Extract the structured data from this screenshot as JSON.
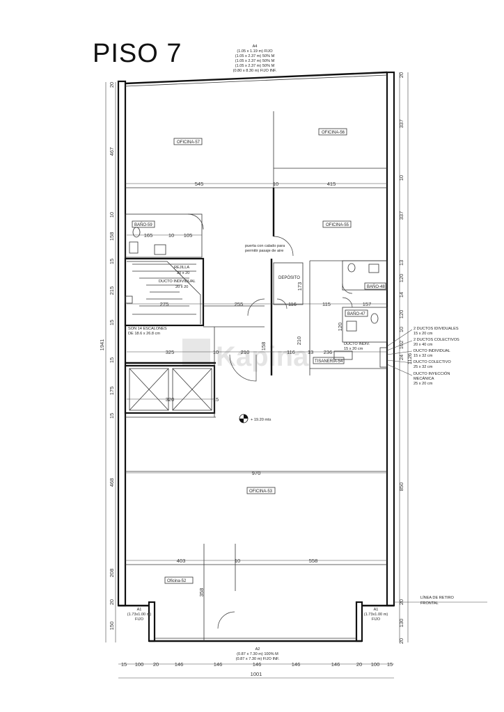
{
  "title": "PISO 7",
  "watermark": "Kapina",
  "windows": {
    "a4": [
      "A4",
      "(1.05 x 1.19 m) FIJO",
      "(1.05 x 2.37 m) 50% M",
      "(1.05 x 2.37 m) 50% M",
      "(1.05 x 2.37 m) 50% M",
      "(0.80 x 8.30 m) FIJO INF."
    ],
    "a1_left": [
      "A1",
      "(1.73x1.00 m)",
      "FIJO"
    ],
    "a1_right": [
      "A1",
      "(1.73x1.00 m)",
      "FIJO"
    ],
    "a2": [
      "A2",
      "(0.87 x 7.30 m) 100% M",
      "(0.87 x 7.30 m) FIJO INF."
    ]
  },
  "rooms": {
    "oficina57": "OFICINA-57",
    "oficina56": "OFICINA-56",
    "oficina55": "OFICINA-55",
    "bano59": "BAÑO-59",
    "bano48": "BAÑO-48",
    "bano47": "BAÑO-47",
    "deposito": "DEPÓSITO",
    "tisaneria": "TISANERÍA-54",
    "oficina53": "OFICINA-53",
    "oficina52": "Oficina-52"
  },
  "notes": {
    "rejilla": [
      "REJILLA",
      "20 x 20"
    ],
    "ducto_ind_left": [
      "DUCTO INDIVIDUAL",
      "20 x 20"
    ],
    "escalones": [
      "SON 14 ESCALONES",
      "DE 18.6 x 26.8 cm"
    ],
    "puerta": [
      "puerta con calado para",
      "permitir pasaje de aire"
    ],
    "ducto_ind_right": [
      "DUCTO INDIV.",
      "15 x 20 cm"
    ],
    "level": "+ 19.20 mts",
    "linea_retiro": [
      "LÍNEA DE RETIRO",
      "FRONTAL"
    ]
  },
  "legend": [
    [
      "2 DUCTOS IDIVIDUALES",
      "15 x 20 cm"
    ],
    [
      "2 DUCTOS COLECTIVOS",
      "20 x 40 cm"
    ],
    [
      "DUCTO INDIVIDUAL",
      "15 x 32 cm"
    ],
    [
      "DUCTO COLECTIVO",
      "25 x 32 cm"
    ],
    [
      "DUCTO INYECCIÓN",
      "MECÁNICA",
      "25 x 20 cm"
    ]
  ],
  "dims": {
    "d545": "545",
    "d10a": "10",
    "d415": "415",
    "d165": "165",
    "d10b": "10",
    "d105": "105",
    "d275": "275",
    "d255": "255",
    "d116a": "116",
    "d115": "115",
    "d157": "157",
    "d173": "173",
    "d158": "158",
    "d210a": "210",
    "d210b": "210",
    "d325": "325",
    "d10c": "10",
    "d210c": "210",
    "d116b": "116",
    "d13": "13",
    "d236": "236",
    "d120a": "120",
    "d320": "320",
    "d15": "15",
    "d970": "970",
    "d403": "403",
    "d10d": "10",
    "d558": "558",
    "d358": "358",
    "left": [
      "20",
      "467",
      "10",
      "158",
      "15",
      "215",
      "15",
      "1941",
      "15",
      "175",
      "15",
      "468",
      "208",
      "20",
      "150"
    ],
    "right": [
      "20",
      "337",
      "10",
      "337",
      "13",
      "120",
      "14",
      "120",
      "10",
      "102",
      "24",
      "1126",
      "850",
      "20",
      "130",
      "20"
    ],
    "bottom": [
      "15",
      "100",
      "20",
      "146",
      "146",
      "146",
      "146",
      "146",
      "20",
      "100",
      "15"
    ],
    "total": "1001"
  }
}
